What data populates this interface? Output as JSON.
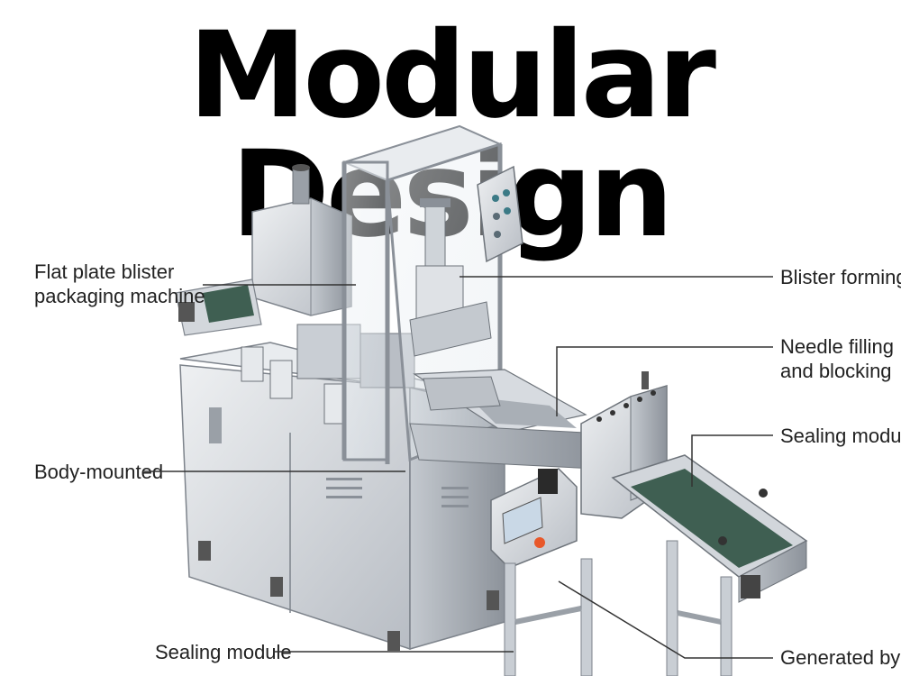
{
  "title": "Modular Design",
  "labels": {
    "flat_plate": [
      "Flat plate blister",
      "packaging machine"
    ],
    "blister_forming": "Blister forming",
    "needle_filling": [
      "Needle filling",
      "and blocking"
    ],
    "sealing_module_right": "Sealing module",
    "body_mounted": "Body-mounted",
    "sealing_module_bottom": "Sealing module",
    "generated_by": "Generated by"
  },
  "colors": {
    "steel_light": "#dfe2e6",
    "steel_mid": "#b9bec5",
    "steel_dark": "#8a9098",
    "belt_green": "#3f5f52",
    "button_orange": "#e8582a",
    "screen_blue": "#c9d8e6",
    "line": "#333333"
  }
}
